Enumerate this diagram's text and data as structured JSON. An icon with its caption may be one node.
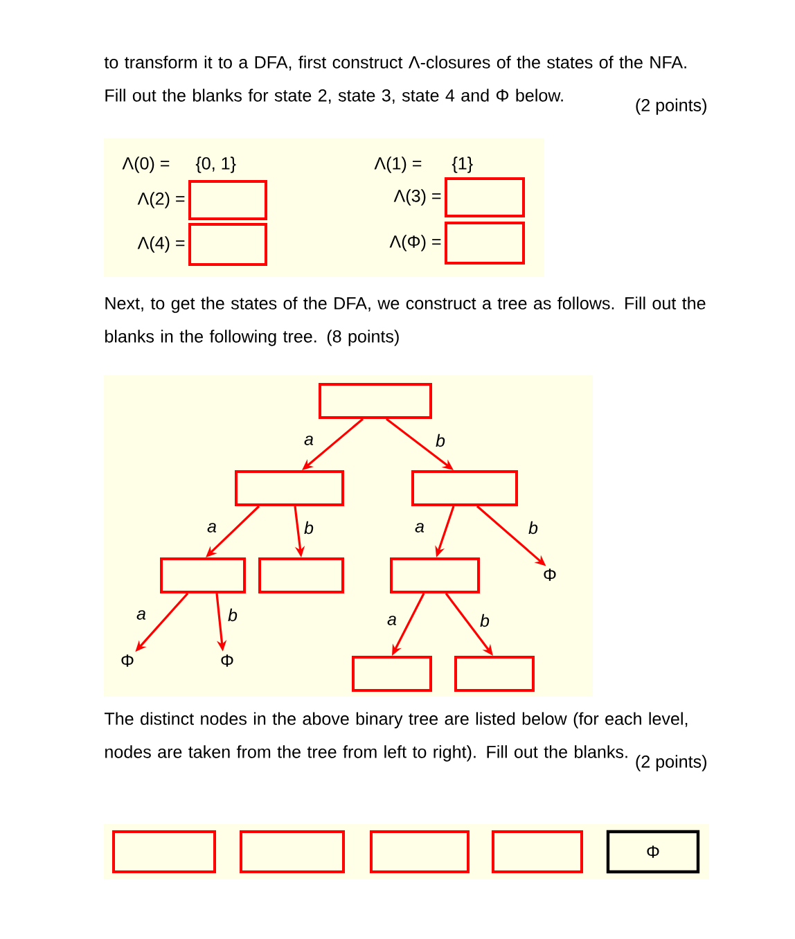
{
  "diagram": {
    "nodes": [
      {
        "text": [],
        "shape": "box",
        "beside": [
          "Λ(2) ="
        ]
      },
      {
        "text": [],
        "shape": "box",
        "beside": [
          "Λ(3) ="
        ]
      },
      {
        "text": [],
        "shape": "box",
        "beside": [
          "Λ(4) ="
        ]
      },
      {
        "text": [],
        "shape": "box",
        "beside": [
          "Λ(Φ) ="
        ]
      },
      {
        "text": [],
        "shape": "box"
      },
      {
        "text": [],
        "shape": "box"
      },
      {
        "text": [],
        "shape": "box"
      },
      {
        "text": [],
        "shape": "box"
      },
      {
        "text": [],
        "shape": "box"
      },
      {
        "text": [],
        "shape": "box"
      },
      {
        "text": [
          "Φ"
        ]
      },
      {
        "text": [
          "Φ"
        ]
      },
      {
        "text": [
          "Φ"
        ]
      },
      {
        "text": [],
        "shape": "box"
      },
      {
        "text": [],
        "shape": "box"
      },
      {
        "text": [],
        "shape": "box"
      },
      {
        "text": [],
        "shape": "box"
      },
      {
        "text": [],
        "shape": "box"
      },
      {
        "text": [],
        "shape": "box"
      },
      {
        "text": [
          "Φ"
        ]
      }
    ],
    "edges": [
      {
        "from": 4,
        "to": 5,
        "arrow": "to",
        "label": "a"
      },
      {
        "from": 4,
        "to": 6,
        "arrow": "to",
        "label": "b"
      },
      {
        "from": 5,
        "to": 7,
        "arrow": "to",
        "label": "a"
      },
      {
        "from": 5,
        "to": 8,
        "arrow": "to",
        "label": "b"
      },
      {
        "from": 6,
        "to": 9,
        "arrow": "to",
        "label": "a"
      },
      {
        "from": 6,
        "to": 10,
        "arrow": "to",
        "label": "b"
      },
      {
        "from": 7,
        "to": 11,
        "arrow": "to",
        "label": "a"
      },
      {
        "from": 7,
        "to": 12,
        "arrow": "to",
        "label": "b"
      },
      {
        "from": 9,
        "to": 13,
        "arrow": "to",
        "label": "a"
      },
      {
        "from": 9,
        "to": 14,
        "arrow": "to",
        "label": "b"
      }
    ],
    "labels": [
      "to transform it to a DFA, first construct Λ-closures of the states of the NFA. Fill out the blanks for state 2, state 3, state 4 and Φ below.",
      "(2 points)",
      "Λ(0) =",
      "{0, 1}",
      "Λ(1) =",
      "{1}",
      "Next, to get the states of the DFA, we construct a tree as follows. Fill out the blanks in the following tree. (8 points)",
      "The distinct nodes in the above binary tree are listed below (for each level, nodes are taken from the tree from left to right). Fill out the blanks.",
      "(2 points)"
    ]
  }
}
